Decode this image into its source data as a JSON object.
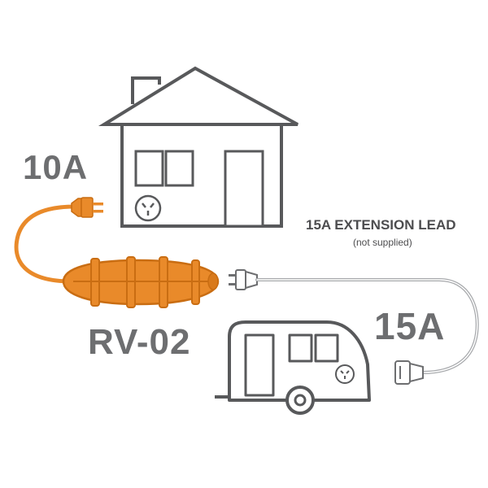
{
  "labels": {
    "house_amps": "10A",
    "device_model": "RV-02",
    "lead_amps": "15A",
    "lead_title": "15A EXTENSION LEAD",
    "lead_note": "(not supplied)"
  },
  "colors": {
    "outline": "#58595b",
    "orange": "#e98a2a",
    "orange_dark": "#c96d12",
    "text_gray": "#6d6e70",
    "lead_gray": "#a7a9ac"
  },
  "icons": [
    "house-icon",
    "caravan-icon",
    "power-outlet-icon",
    "plug-icon",
    "weatherproof-box-icon"
  ]
}
